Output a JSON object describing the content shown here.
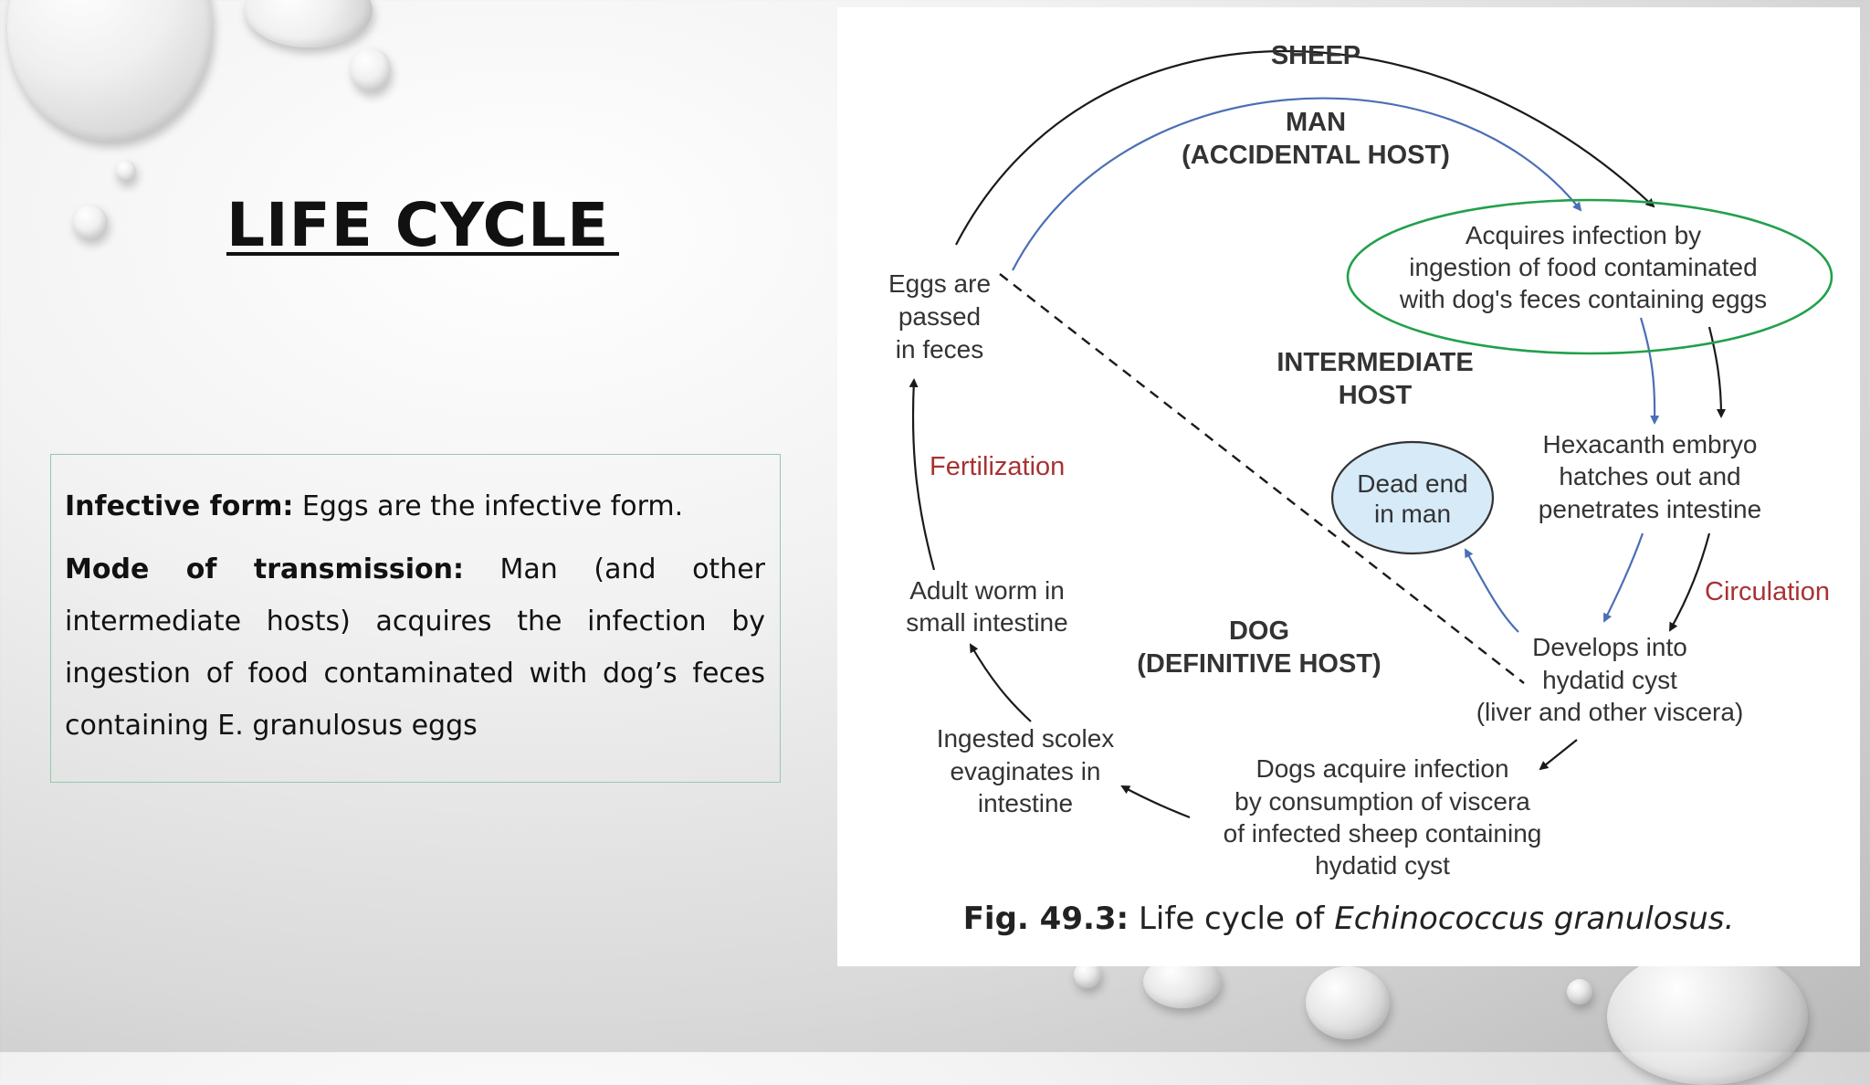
{
  "slide": {
    "title": "LIFE CYCLE",
    "infective_form_label": "Infective form:",
    "infective_form_text": " Eggs are the infective form.",
    "mode_label": "Mode of transmission:",
    "mode_text": " Man (and other intermediate hosts) acquires the infection by ingestion of food contaminated with dog’s feces containing E. granulosus eggs"
  },
  "figure": {
    "hosts": {
      "sheep": "SHEEP",
      "man": "MAN",
      "man_role": "(ACCIDENTAL HOST)",
      "intermediate": "INTERMEDIATE",
      "intermediate_2": "HOST",
      "dog": "DOG",
      "dog_role": "(DEFINITIVE HOST)"
    },
    "stages": {
      "acquires": [
        "Acquires infection by",
        "ingestion of food contaminated",
        "with dog's feces containing eggs"
      ],
      "hexacanth": [
        "Hexacanth embryo",
        "hatches out and",
        "penetrates intestine"
      ],
      "hydatid": [
        "Develops into",
        "hydatid cyst",
        "(liver and other viscera)"
      ],
      "dogs_acquire": [
        "Dogs acquire infection",
        "by consumption of viscera",
        "of infected sheep containing",
        "hydatid cyst"
      ],
      "scolex": [
        "Ingested scolex",
        "evaginates in",
        "intestine"
      ],
      "adult": [
        "Adult worm in",
        "small intestine"
      ],
      "eggs": [
        "Eggs are",
        "passed",
        "in feces"
      ],
      "dead_end": [
        "Dead end",
        "in man"
      ]
    },
    "labels": {
      "fertilization": "Fertilization",
      "circulation": "Circulation"
    },
    "caption_bold": "Fig. 49.3:",
    "caption_text": " Life cycle of ",
    "caption_species": "Echinococcus granulosus.",
    "colors": {
      "black_arrow": "#1a1a1a",
      "blue_arrow": "#4a6fb5",
      "green_ellipse": "#22a04b",
      "red_label": "#a83232",
      "dead_end_fill": "#d6eaf8"
    }
  }
}
